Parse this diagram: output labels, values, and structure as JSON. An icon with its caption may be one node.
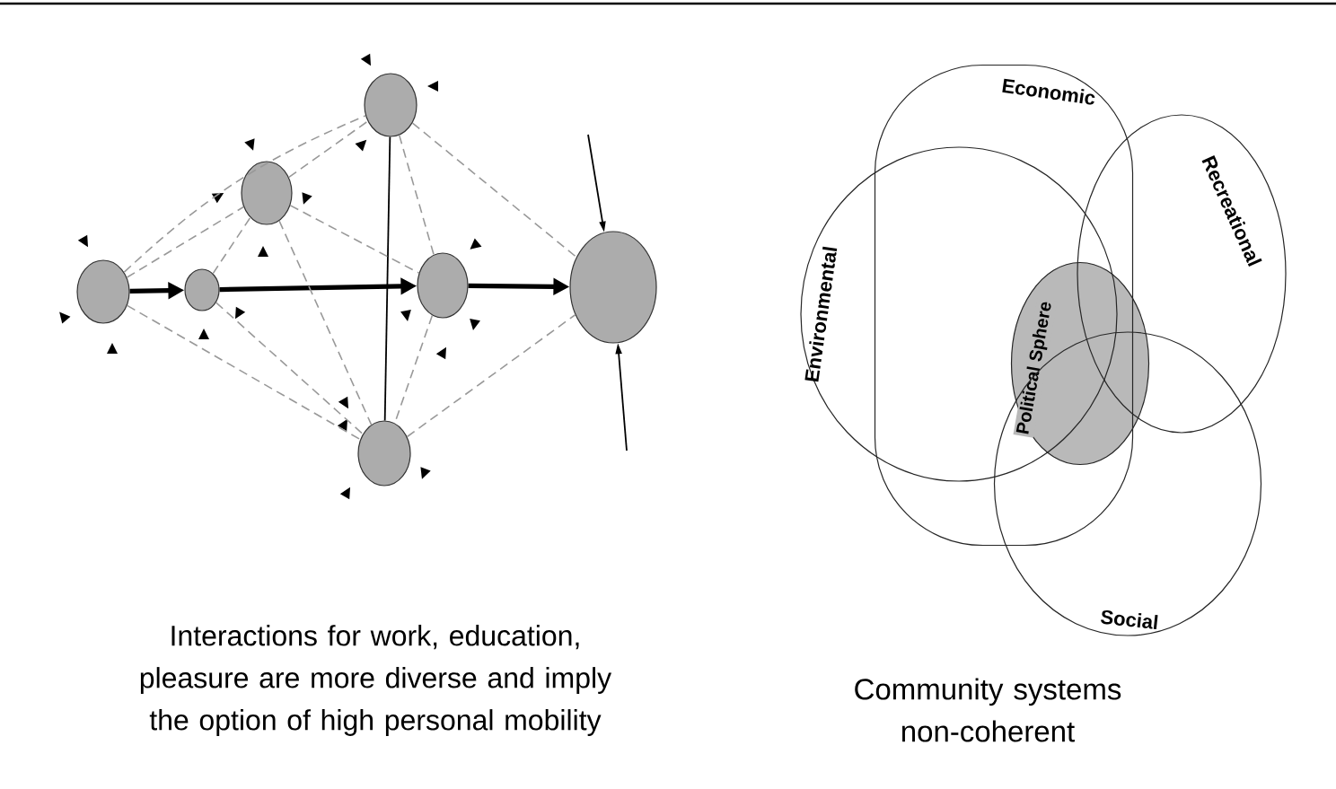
{
  "diagram": {
    "nodes": [
      {
        "text": [],
        "shape": "circle"
      },
      {
        "text": [],
        "shape": "circle"
      },
      {
        "text": [],
        "shape": "circle"
      },
      {
        "text": [],
        "shape": "circle"
      },
      {
        "text": [],
        "shape": "circle"
      },
      {
        "text": [],
        "shape": "circle"
      },
      {
        "text": [],
        "shape": "circle"
      },
      {
        "text": [
          "Economic"
        ]
      },
      {
        "text": [
          "Recreational"
        ]
      },
      {
        "text": [
          "Environmental"
        ]
      },
      {
        "text": [
          "Political Sphere"
        ]
      },
      {
        "text": [
          "Social"
        ]
      }
    ],
    "edges": [
      {
        "from": 0,
        "to": 1,
        "arrow": "to",
        "style": "thick",
        "color": "#000000"
      },
      {
        "from": 1,
        "to": 4,
        "arrow": "to",
        "style": "thick",
        "color": "#000000"
      },
      {
        "from": 4,
        "to": 6,
        "arrow": "to",
        "style": "thick",
        "color": "#000000"
      },
      {
        "from": 3,
        "to": 5,
        "arrow": "none",
        "color": "#000000"
      },
      {
        "from": null,
        "to": 6,
        "arrow": "to",
        "color": "#000000"
      },
      {
        "from": null,
        "to": 6,
        "arrow": "to",
        "color": "#000000"
      },
      {
        "from": 0,
        "to": 3,
        "arrow": "none",
        "style": "dashed",
        "color": "#999999"
      },
      {
        "from": 0,
        "to": 2,
        "arrow": "none",
        "style": "dashed",
        "color": "#999999"
      },
      {
        "from": 0,
        "to": 5,
        "arrow": "none",
        "style": "dashed",
        "color": "#999999"
      },
      {
        "from": 1,
        "to": 2,
        "arrow": "none",
        "style": "dashed",
        "color": "#999999"
      },
      {
        "from": 1,
        "to": 5,
        "arrow": "none",
        "style": "dashed",
        "color": "#999999"
      },
      {
        "from": 2,
        "to": 3,
        "arrow": "none",
        "style": "dashed",
        "color": "#999999"
      },
      {
        "from": 2,
        "to": 4,
        "arrow": "none",
        "style": "dashed",
        "color": "#999999"
      },
      {
        "from": 2,
        "to": 5,
        "arrow": "none",
        "style": "dashed",
        "color": "#999999"
      },
      {
        "from": 3,
        "to": 4,
        "arrow": "none",
        "style": "dashed",
        "color": "#999999"
      },
      {
        "from": 3,
        "to": 6,
        "arrow": "none",
        "style": "dashed",
        "color": "#999999"
      },
      {
        "from": 4,
        "to": 5,
        "arrow": "none",
        "style": "dashed",
        "color": "#999999"
      },
      {
        "from": 5,
        "to": 6,
        "arrow": "none",
        "style": "dashed",
        "color": "#999999"
      }
    ],
    "labels": [
      "Interactions for work, education, pleasure are more diverse and imply the option of high personal mobility",
      "Community systems non-coherent"
    ]
  }
}
